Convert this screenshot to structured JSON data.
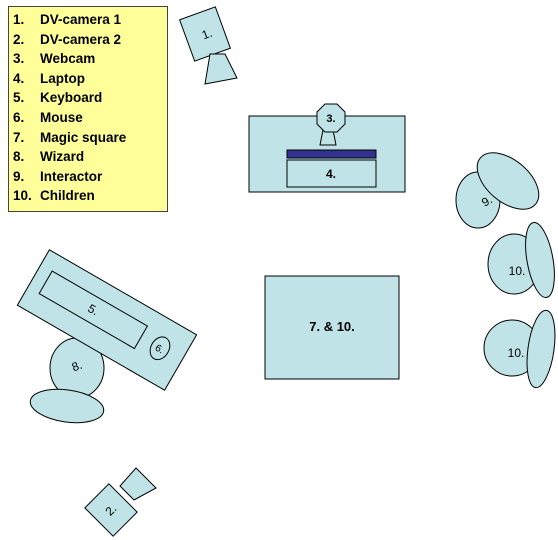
{
  "legend": {
    "items": [
      {
        "num": "1.",
        "label": "DV-camera 1"
      },
      {
        "num": "2.",
        "label": "DV-camera 2"
      },
      {
        "num": "3.",
        "label": "Webcam"
      },
      {
        "num": "4.",
        "label": "Laptop"
      },
      {
        "num": "5.",
        "label": "Keyboard"
      },
      {
        "num": "6.",
        "label": "Mouse"
      },
      {
        "num": "7.",
        "label": "Magic square"
      },
      {
        "num": "8.",
        "label": "Wizard"
      },
      {
        "num": "9.",
        "label": "Interactor"
      },
      {
        "num": "10.",
        "label": "Children"
      }
    ]
  },
  "labels": {
    "camera1": "1.",
    "camera2": "2.",
    "webcam": "3.",
    "laptop": "4.",
    "keyboard": "5.",
    "mouse": "6.",
    "magic_square": "7. & 10.",
    "wizard": "8.",
    "interactor": "9.",
    "child_upper": "10.",
    "child_lower": "10."
  },
  "colors": {
    "fill": "#bfe3e6",
    "stroke": "#000000",
    "keyboard_bar": "#33338f",
    "legend_bg": "#ffff99"
  }
}
